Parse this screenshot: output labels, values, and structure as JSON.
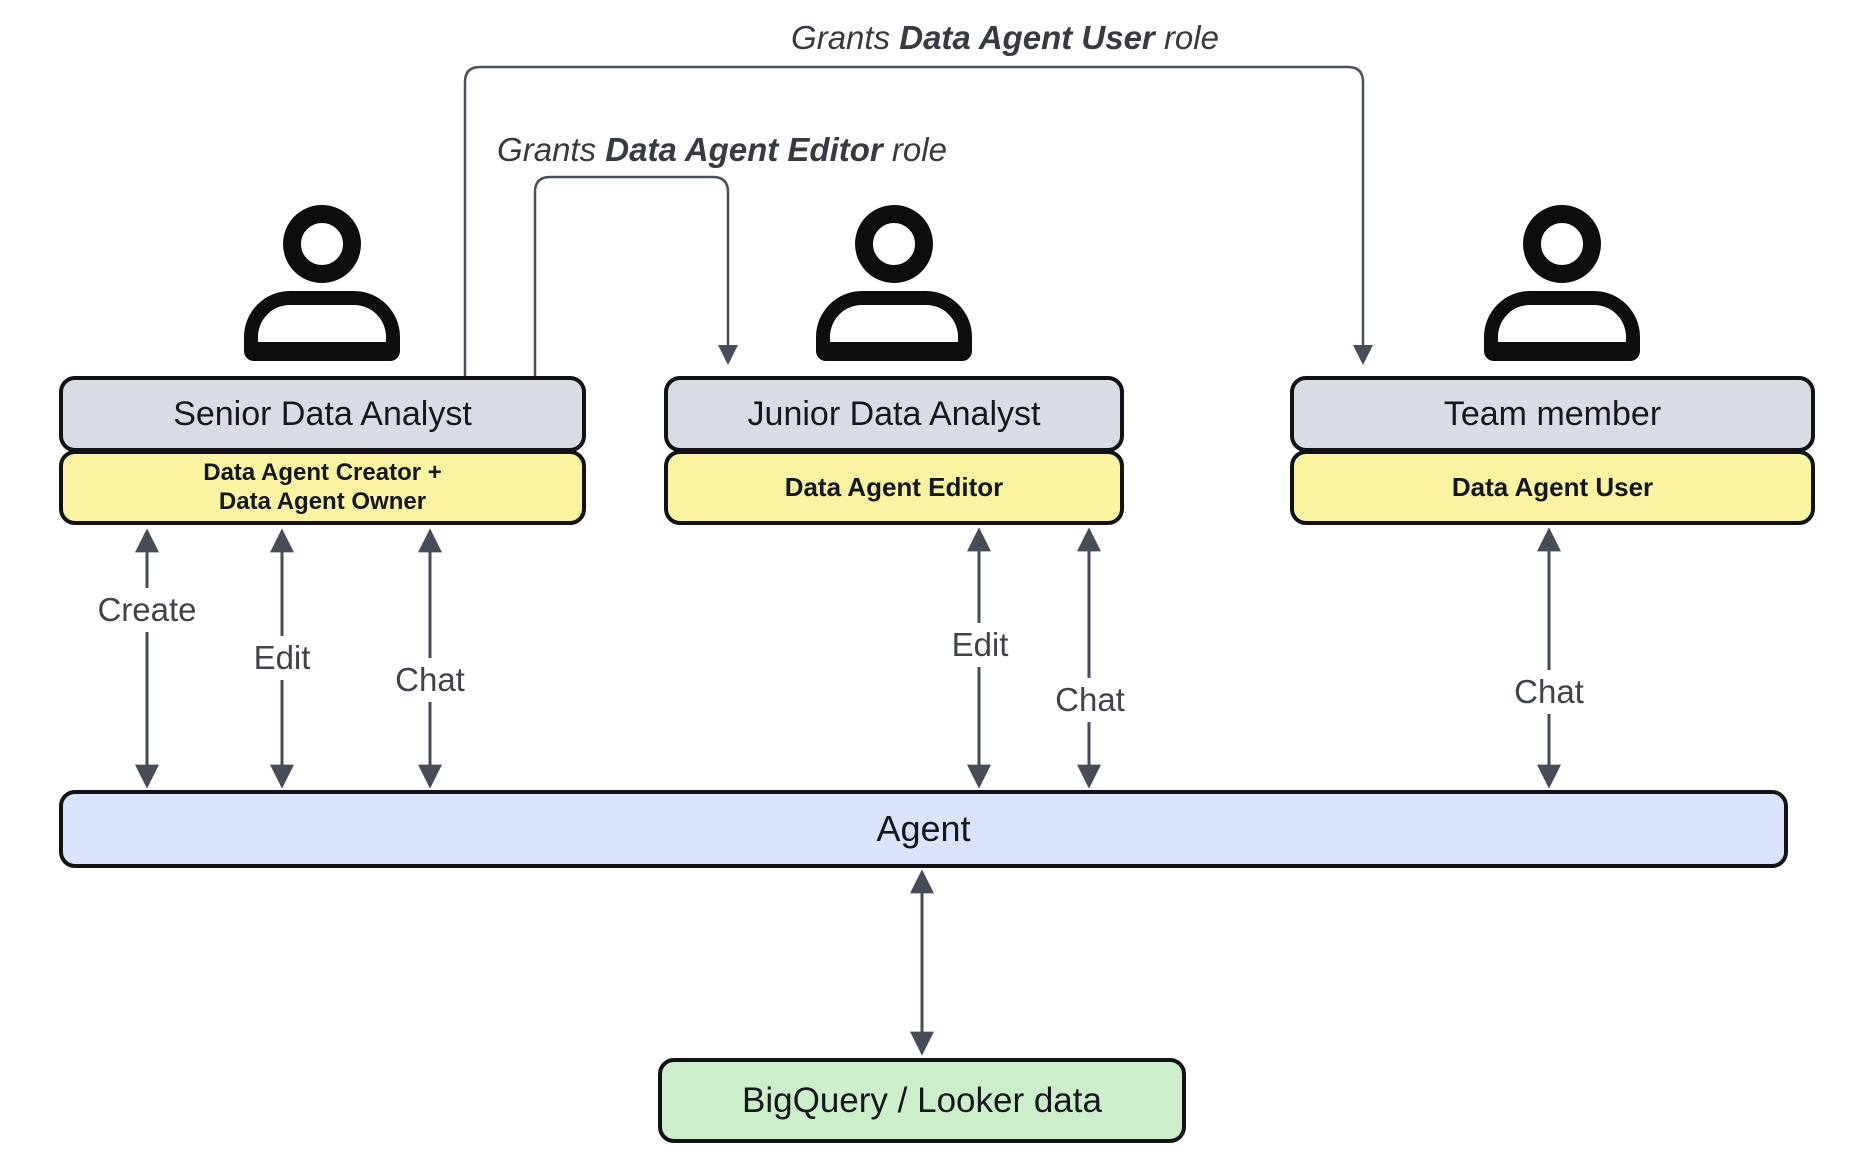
{
  "grants": {
    "user": {
      "prefix": "Grants",
      "role": "Data Agent User",
      "suffix": "role"
    },
    "editor": {
      "prefix": "Grants",
      "role": "Data Agent Editor",
      "suffix": "role"
    }
  },
  "actors": [
    {
      "name": "Senior Data Analyst",
      "roles": [
        "Data Agent Creator +",
        "Data Agent Owner"
      ]
    },
    {
      "name": "Junior Data Analyst",
      "roles": [
        "Data Agent Editor"
      ]
    },
    {
      "name": "Team member",
      "roles": [
        "Data Agent User"
      ]
    }
  ],
  "actions": {
    "create": "Create",
    "edit": "Edit",
    "chat": "Chat"
  },
  "agent": {
    "label": "Agent"
  },
  "datastore": {
    "label": "BigQuery / Looker data"
  },
  "colors": {
    "actor_box": "#d9dce2",
    "role_box": "#faf3a1",
    "agent_bar": "#d9e3fb",
    "datastore_box": "#cdeeca",
    "arrow": "#464d58",
    "connector": "#4b515b",
    "border": "#101216"
  }
}
